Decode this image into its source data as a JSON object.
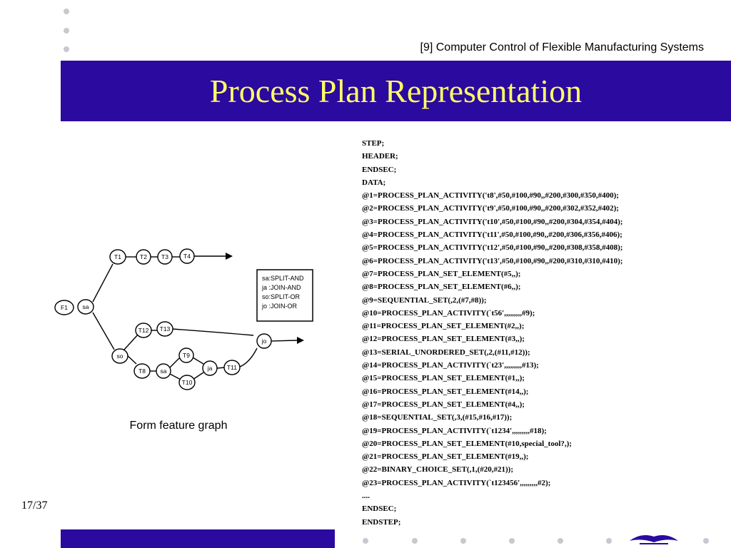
{
  "header": {
    "source_ref": "[9] Computer Control of Flexible Manufacturing Systems",
    "title": "Process Plan Representation"
  },
  "colors": {
    "title_bar": "#2b0aa0",
    "title_text": "#ffff66",
    "bullet": "#c8c8d0"
  },
  "graph": {
    "nodes": [
      "F1",
      "sa",
      "T1",
      "T2",
      "T3",
      "T4",
      "T12",
      "T13",
      "so",
      "T8",
      "sa",
      "T9",
      "T10",
      "ja",
      "T11",
      "jo"
    ],
    "legend": [
      "sa:SPLIT-AND",
      "ja :JOIN-AND",
      "so:SPLIT-OR",
      "jo :JOIN-OR"
    ],
    "caption": "Form feature graph"
  },
  "code_lines": [
    "STEP;",
    "HEADER;",
    "ENDSEC;",
    "DATA;",
    "@1=PROCESS_PLAN_ACTIVITY('t8',#50,#100,#90,,#200,#300,#350,#400);",
    "@2=PROCESS_PLAN_ACTIVITY('t9',#50,#100,#90,,#200,#302,#352,#402);",
    "@3=PROCESS_PLAN_ACTIVITY('t10',#50,#100,#90,,#200,#304,#354,#404);",
    "@4=PROCESS_PLAN_ACTIVITY('t11',#50,#100,#90,,#200,#306,#356,#406);",
    "@5=PROCESS_PLAN_ACTIVITY('t12',#50,#100,#90,,#200,#308,#358,#408);",
    "@6=PROCESS_PLAN_ACTIVITY('t13',#50,#100,#90,,#200,#310,#310,#410);",
    "@7=PROCESS_PLAN_SET_ELEMENT(#5,,);",
    "@8=PROCESS_PLAN_SET_ELEMENT(#6,,);",
    "@9=SEQUENTIAL_SET(,2,(#7,#8));",
    "@10=PROCESS_PLAN_ACTIVITY(`t56',,,,,,,,,#9);",
    "@11=PROCESS_PLAN_SET_ELEMENT(#2,,);",
    "@12=PROCESS_PLAN_SET_ELEMENT(#3,,);",
    "@13=SERIAL_UNORDERED_SET(,2,(#11,#12));",
    "@14=PROCESS_PLAN_ACTIVITY(`t23',,,,,,,,,#13);",
    "@15=PROCESS_PLAN_SET_ELEMENT(#1,,);",
    "@16=PROCESS_PLAN_SET_ELEMENT(#14,,);",
    "@17=PROCESS_PLAN_SET_ELEMENT(#4,,);",
    "@18=SEQUENTIAL_SET(,3,(#15,#16,#17));",
    "@19=PROCESS_PLAN_ACTIVITY(`t1234',,,,,,,,,#18);",
    "@20=PROCESS_PLAN_SET_ELEMENT(#10,special_tool?,);",
    "@21=PROCESS_PLAN_SET_ELEMENT(#19,,);",
    "@22=BINARY_CHOICE_SET(,1,(#20,#21));",
    "@23=PROCESS_PLAN_ACTIVITY(`t123456',,,,,,,,,#2);",
    "....",
    "ENDSEC;",
    "ENDSTEP;"
  ],
  "footer": {
    "page": "17/37"
  }
}
